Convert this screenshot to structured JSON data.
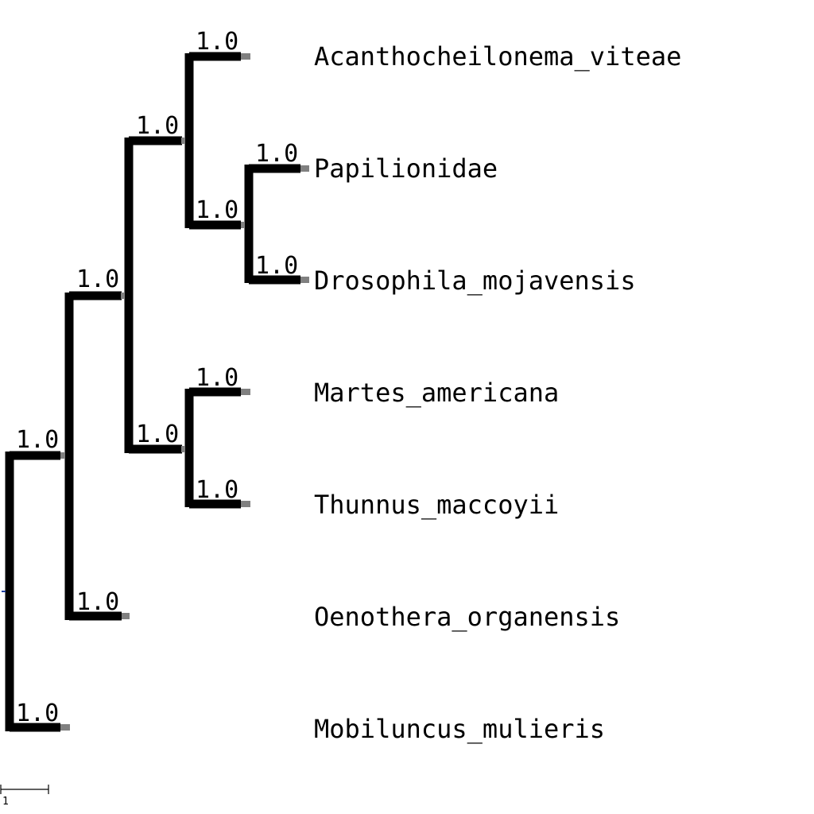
{
  "tree": {
    "taxa": [
      "Acanthocheilonema_viteae",
      "Papilionidae",
      "Drosophila_mojavensis",
      "Martes_americana",
      "Thunnus_maccoyii",
      "Oenothera_organensis",
      "Mobiluncus_mulieris"
    ],
    "support": {
      "root": "1.0",
      "n_oeno": "1.0",
      "n_mart": "1.0",
      "n_acan": "1.0",
      "n_papi": "1.0",
      "t_acan": "1.0",
      "t_papi": "1.0",
      "t_dros": "1.0",
      "t_mart": "1.0",
      "t_thun": "1.0",
      "t_oeno": "1.0",
      "t_mobi": "1.0"
    },
    "scale_bar_label": "1",
    "colors": {
      "branch": "#000000",
      "tip_stub": "#808080",
      "root_marker": "#1f3fa0"
    }
  }
}
